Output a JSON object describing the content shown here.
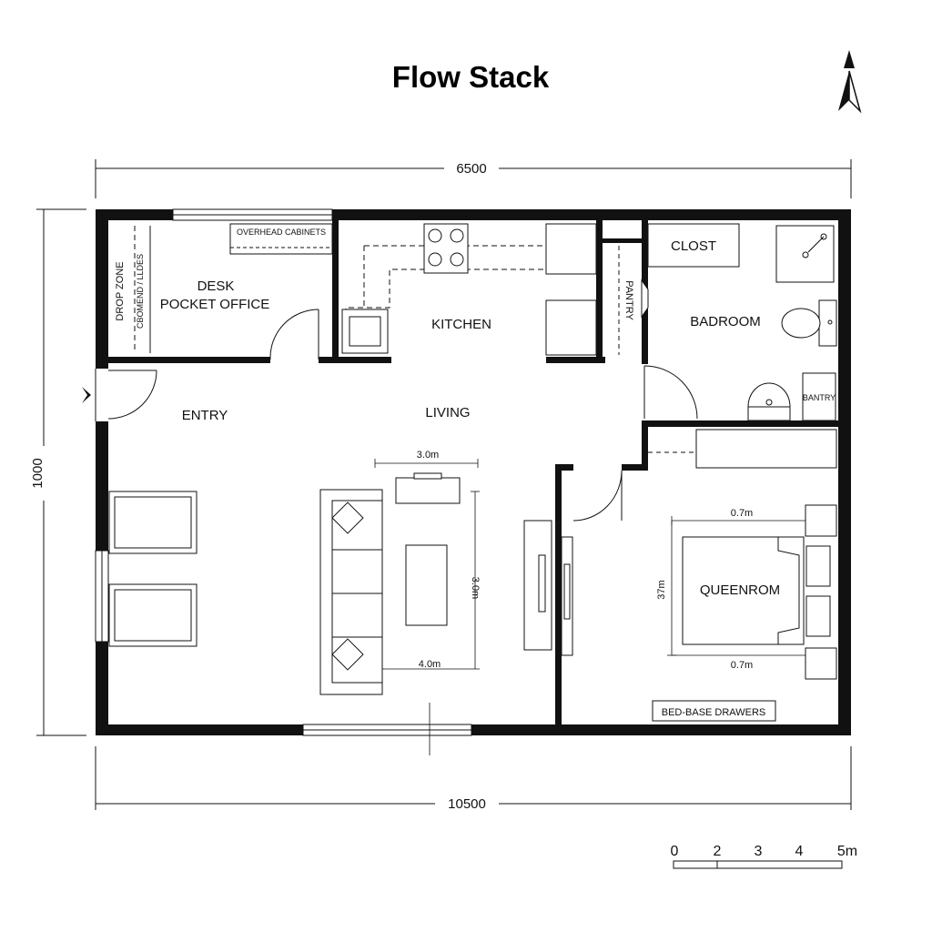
{
  "title": "Flow Stack",
  "dimensions": {
    "top_width": "6500",
    "bottom_width": "10500",
    "left_height": "1000"
  },
  "rooms": {
    "drop_zone": "DROP ZONE",
    "drop_zone_sub": "CBOMEND / LLDES",
    "overhead": "OVERHEAD CABINETS",
    "desk": "DESK",
    "pocket_office": "POCKET OFFICE",
    "kitchen": "KITCHEN",
    "pantry": "PANTRY",
    "closet": "CLOST",
    "bathroom": "BADROOM",
    "bantry": "BANTRY",
    "entry": "ENTRY",
    "living": "LIVING",
    "queen_room": "QUEENROM",
    "bed_base": "BED-BASE DRAWERS"
  },
  "living_dims": {
    "top": "3.0m",
    "side": "3.0m",
    "bottom": "4.0m"
  },
  "bedroom_dims": {
    "top": "0.7m",
    "side": "37m",
    "bottom": "0.7m"
  },
  "scale_bar": [
    "0",
    "2",
    "3",
    "4",
    "5m"
  ]
}
